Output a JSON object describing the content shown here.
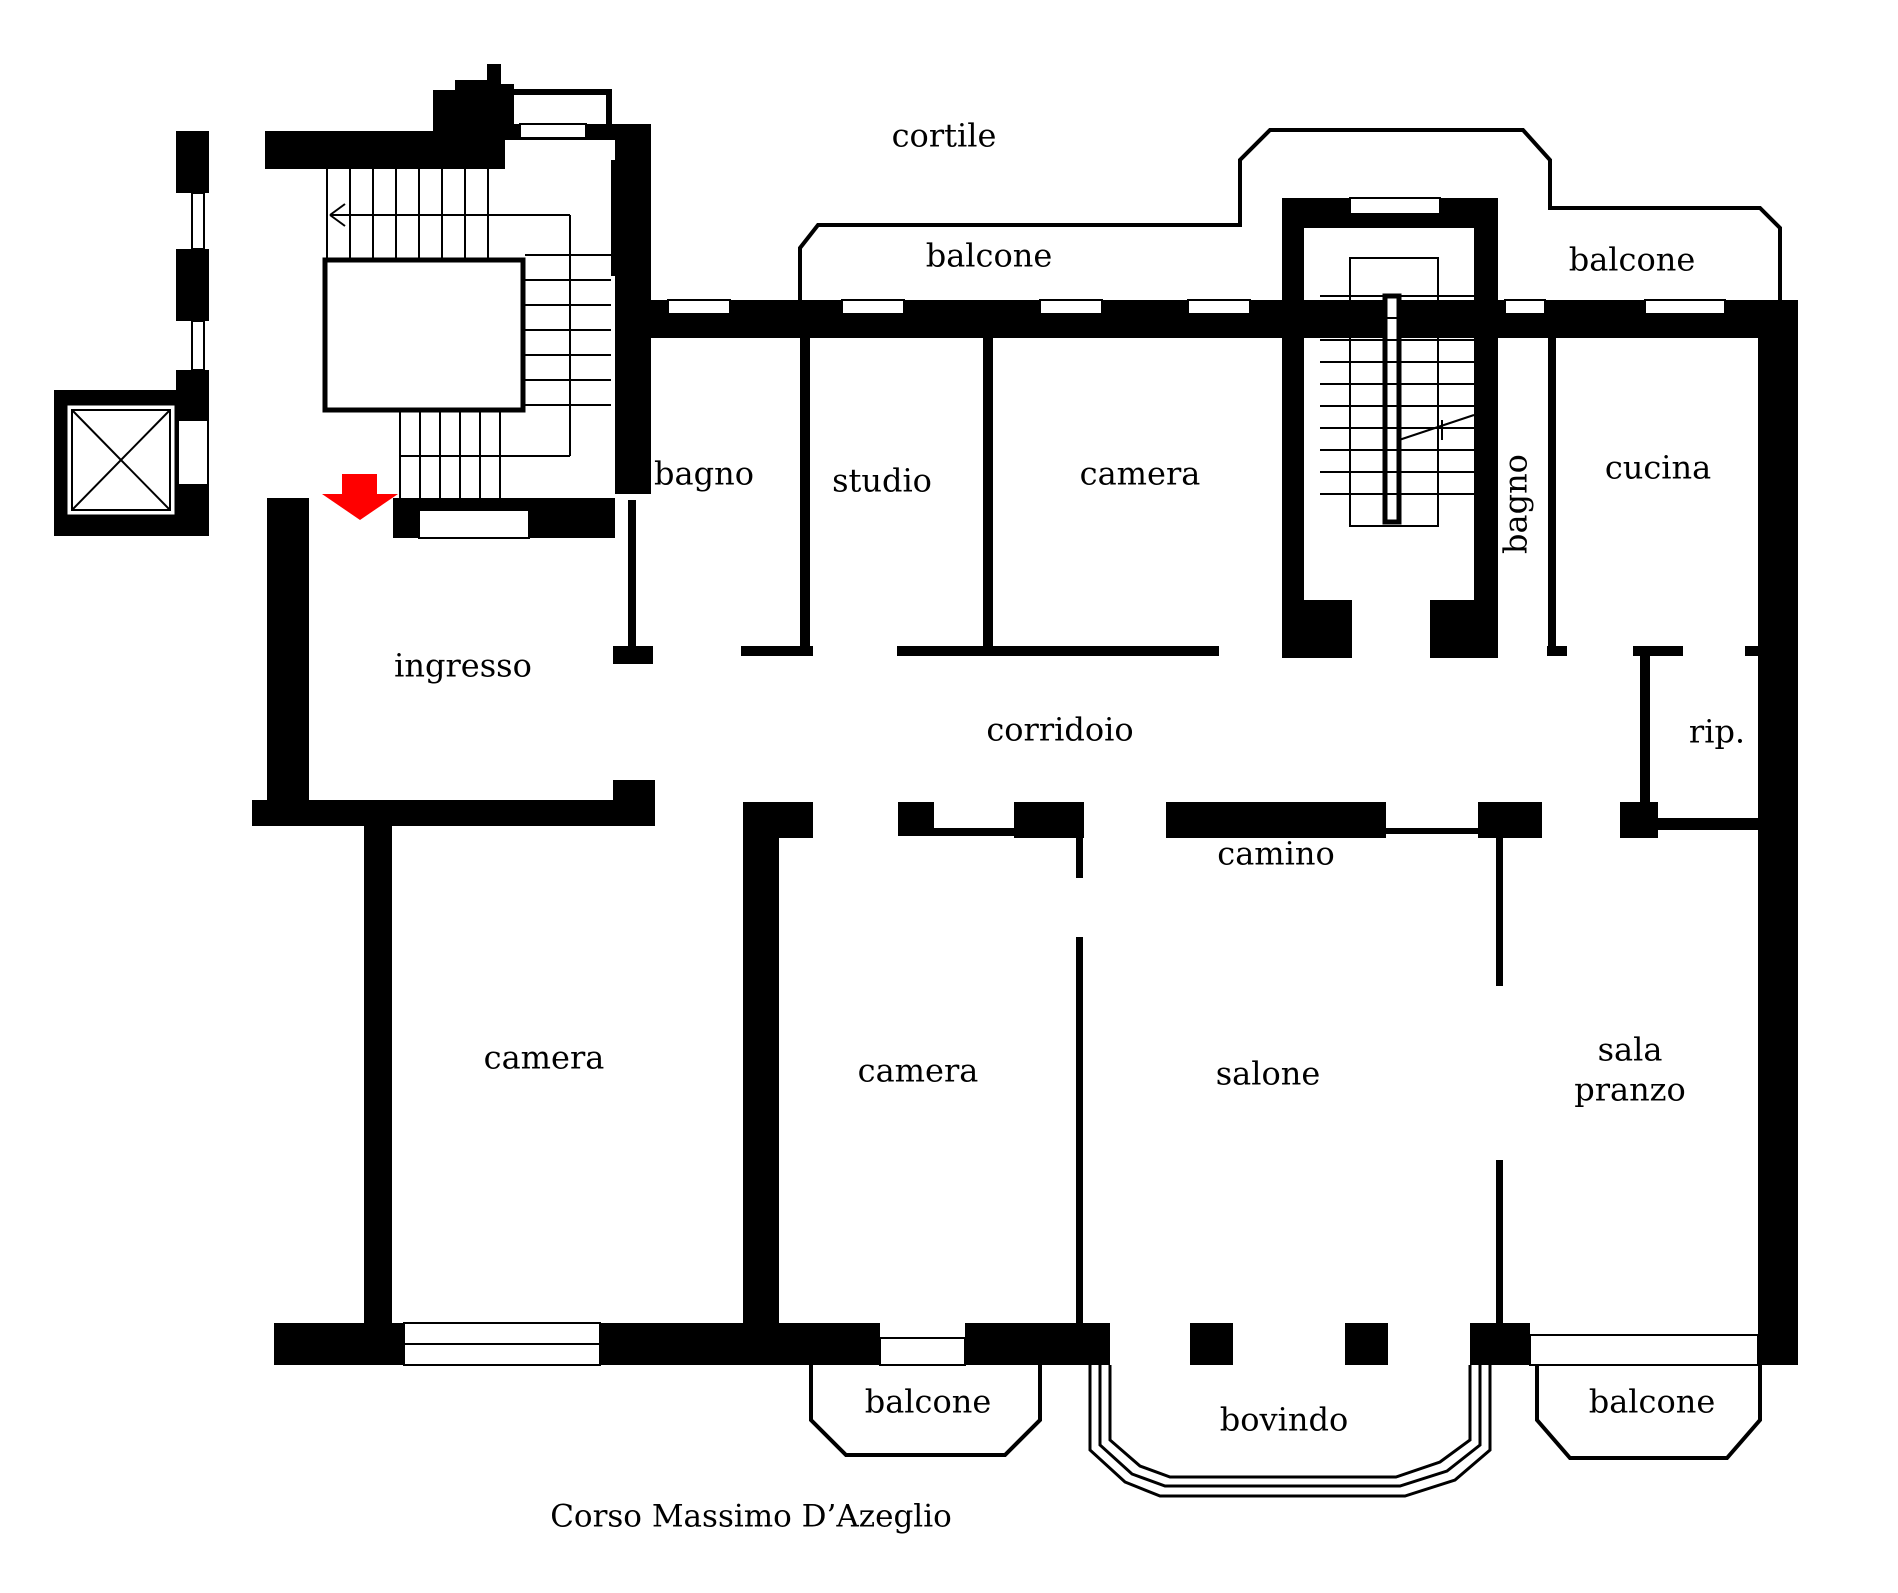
{
  "labels": {
    "cortile": "cortile",
    "balcone_top_left": "balcone",
    "balcone_top_right": "balcone",
    "bagno_1": "bagno",
    "studio": "studio",
    "camera_top": "camera",
    "bagno_2": "bagno",
    "cucina": "cucina",
    "ingresso": "ingresso",
    "corridoio": "corridoio",
    "rip": "rip.",
    "camino": "camino",
    "camera_left": "camera",
    "camera_mid": "camera",
    "salone": "salone",
    "sala": "sala",
    "pranzo": "pranzo",
    "balcone_bottom_left": "balcone",
    "bovindo": "bovindo",
    "balcone_bottom_right": "balcone",
    "street": "Corso Massimo D’Azeglio"
  },
  "entrance_marker": {
    "icon": "entrance-arrow-icon",
    "color": "#ff0000"
  },
  "colors": {
    "walls": "#000000",
    "background": "#ffffff"
  }
}
